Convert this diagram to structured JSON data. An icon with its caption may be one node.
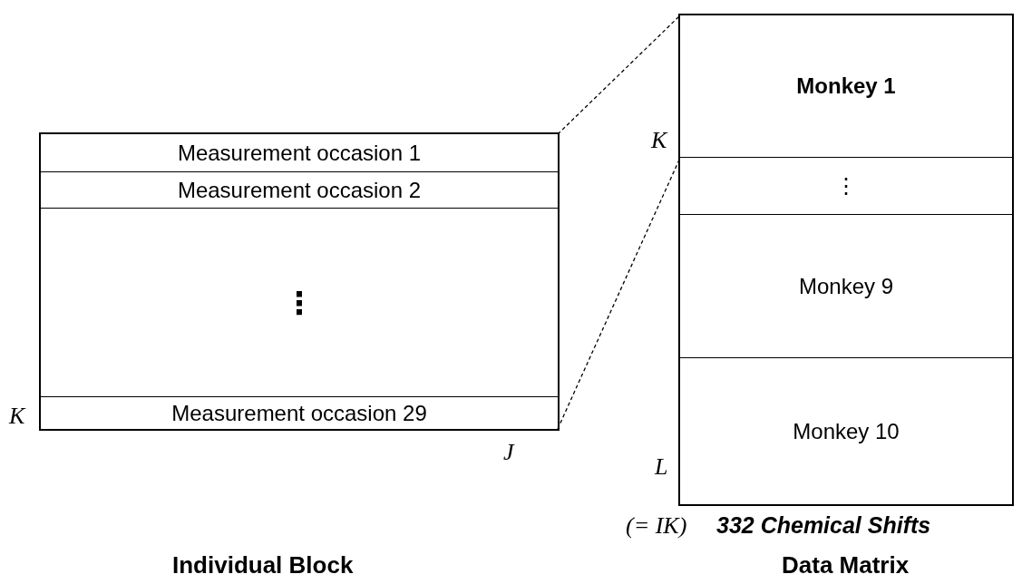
{
  "diagram": {
    "nodes": [
      {
        "text": [],
        "shape": "box"
      },
      {
        "text": [
          "Measurement occasion 1"
        ],
        "in": 0
      },
      {
        "text": [
          "Measurement occasion 2"
        ],
        "in": 0
      },
      {
        "text": [
          "⋮"
        ],
        "in": 0
      },
      {
        "text": [
          "Measurement occasion 29"
        ],
        "in": 0
      },
      {
        "text": [],
        "shape": "box"
      },
      {
        "text": [
          "Monkey 1"
        ],
        "in": 5
      },
      {
        "text": [
          "⋮"
        ],
        "in": 5
      },
      {
        "text": [
          "Monkey 9"
        ],
        "in": 5
      },
      {
        "text": [
          "Monkey 10"
        ],
        "in": 5
      }
    ],
    "edges": [
      {
        "from": 1,
        "to": 6,
        "arrow": "none",
        "style": "dashed"
      },
      {
        "from": 4,
        "to": 6,
        "arrow": "none",
        "style": "dashed"
      }
    ],
    "labels": [
      "K",
      "K",
      "J",
      "L",
      "(= IK)",
      "332 Chemical Shifts",
      "Individual Block",
      "Data Matrix"
    ]
  }
}
